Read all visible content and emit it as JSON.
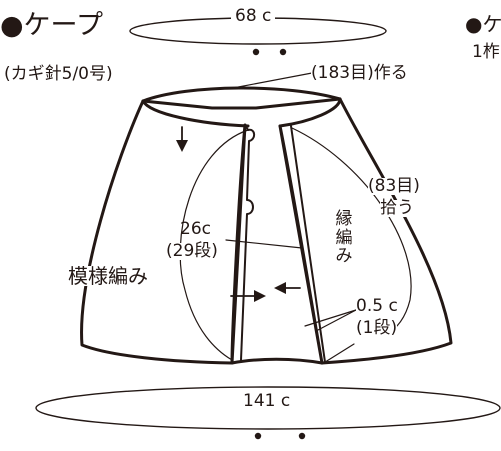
{
  "title": "●ケープ",
  "hook": "(カギ針5/0号)",
  "neck_width": "68 c",
  "neck_stitches": "(183目)作る",
  "pickup_stitches": "(83目)",
  "pickup_label": "拾う",
  "length": "26c",
  "length_rows": "(29段)",
  "pattern": "模様編み",
  "edge_chars": [
    "縁",
    "編",
    "み"
  ],
  "edge_width": "0.5 c",
  "edge_rows": "(1段)",
  "hem_width": "141 c",
  "clip_marker": "●ケ",
  "clip_text": "1柞",
  "colors": {
    "line": "#231815",
    "background": "#ffffff"
  }
}
